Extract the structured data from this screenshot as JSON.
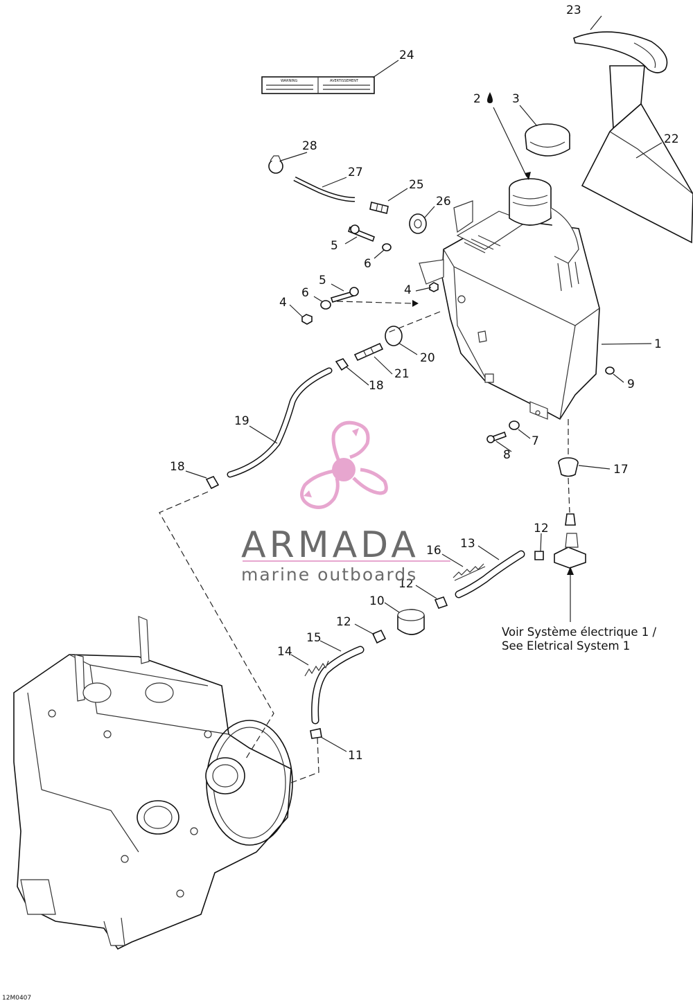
{
  "callouts": [
    {
      "id": "c1",
      "label": "1"
    },
    {
      "id": "c2",
      "label": "2"
    },
    {
      "id": "c3",
      "label": "3"
    },
    {
      "id": "c4a",
      "label": "4"
    },
    {
      "id": "c4b",
      "label": "4"
    },
    {
      "id": "c5a",
      "label": "5"
    },
    {
      "id": "c5b",
      "label": "5"
    },
    {
      "id": "c6a",
      "label": "6"
    },
    {
      "id": "c6b",
      "label": "6"
    },
    {
      "id": "c7",
      "label": "7"
    },
    {
      "id": "c8",
      "label": "8"
    },
    {
      "id": "c9",
      "label": "9"
    },
    {
      "id": "c10",
      "label": "10"
    },
    {
      "id": "c11",
      "label": "11"
    },
    {
      "id": "c12a",
      "label": "12"
    },
    {
      "id": "c12b",
      "label": "12"
    },
    {
      "id": "c12c",
      "label": "12"
    },
    {
      "id": "c13",
      "label": "13"
    },
    {
      "id": "c14",
      "label": "14"
    },
    {
      "id": "c15",
      "label": "15"
    },
    {
      "id": "c16",
      "label": "16"
    },
    {
      "id": "c17",
      "label": "17"
    },
    {
      "id": "c18a",
      "label": "18"
    },
    {
      "id": "c18b",
      "label": "18"
    },
    {
      "id": "c19",
      "label": "19"
    },
    {
      "id": "c20",
      "label": "20"
    },
    {
      "id": "c21",
      "label": "21"
    },
    {
      "id": "c22",
      "label": "22"
    },
    {
      "id": "c23",
      "label": "23"
    },
    {
      "id": "c24",
      "label": "24"
    },
    {
      "id": "c25",
      "label": "25"
    },
    {
      "id": "c26",
      "label": "26"
    },
    {
      "id": "c27",
      "label": "27"
    },
    {
      "id": "c28",
      "label": "28"
    }
  ],
  "reference": {
    "line1": "Voir Système électrique 1 /",
    "line2": "See Eletrical System 1"
  },
  "watermark": {
    "title": "ARMADA",
    "subtitle": "marine outboards",
    "color": "#e7a6cf"
  },
  "drawing_code": "12M0407",
  "decal": {
    "left_heading": "WARNING",
    "right_heading": "AVERTISSEMENT"
  }
}
